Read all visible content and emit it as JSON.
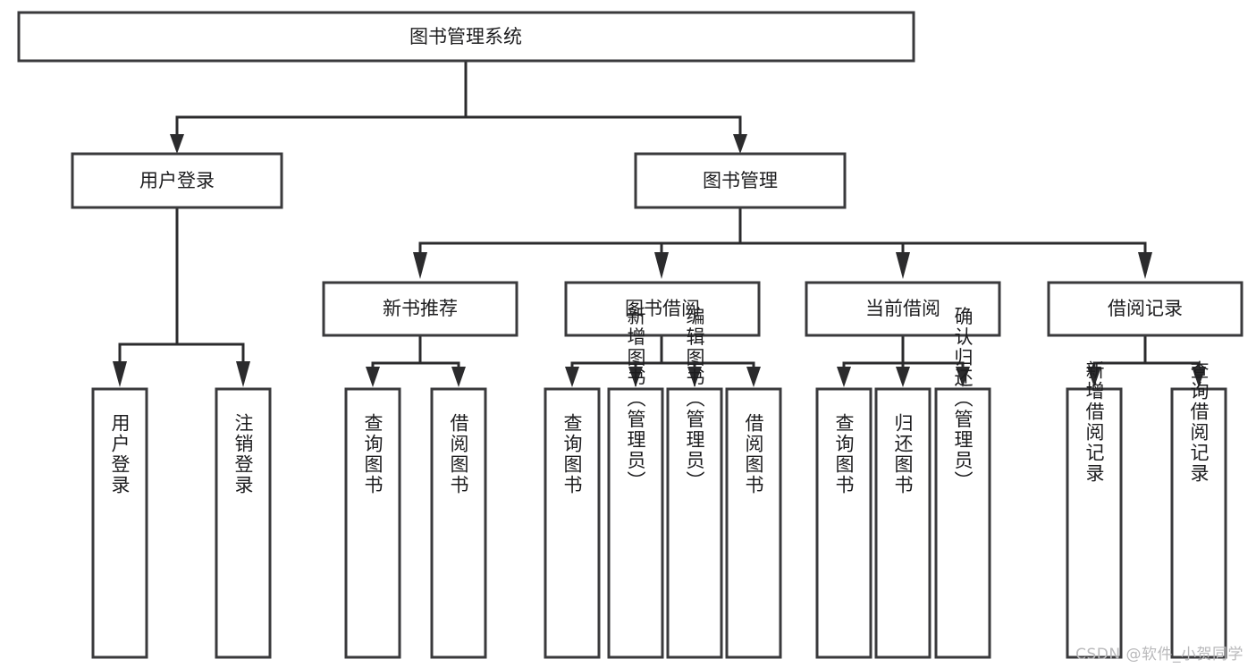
{
  "diagram": {
    "title": "图书管理系统",
    "type": "tree-hierarchy",
    "watermark": "CSDN @软件_小贺同学",
    "colors": {
      "box_stroke": "#3a3a3c",
      "connector": "#2b2b2d",
      "background": "#ffffff",
      "text": "#1d1d1f",
      "watermark": "#b9b9bb"
    },
    "nodes": {
      "root": {
        "label": "图书管理系统",
        "orientation": "horizontal"
      },
      "level2": [
        {
          "label": "用户登录",
          "orientation": "horizontal"
        },
        {
          "label": "图书管理",
          "orientation": "horizontal"
        }
      ],
      "level3": [
        {
          "label": "新书推荐",
          "orientation": "horizontal"
        },
        {
          "label": "图书借阅",
          "orientation": "horizontal"
        },
        {
          "label": "当前借阅",
          "orientation": "horizontal"
        },
        {
          "label": "借阅记录",
          "orientation": "horizontal"
        }
      ],
      "leaves_user_login": [
        {
          "label": "用户登录",
          "orientation": "vertical"
        },
        {
          "label": "注销登录",
          "orientation": "vertical"
        }
      ],
      "leaves_new_book": [
        {
          "label": "查询图书",
          "orientation": "vertical"
        },
        {
          "label": "借阅图书",
          "orientation": "vertical"
        }
      ],
      "leaves_borrow": [
        {
          "label": "查询图书",
          "orientation": "vertical"
        },
        {
          "label": "新增图书（管理员）",
          "orientation": "vertical"
        },
        {
          "label": "编辑图书（管理员）",
          "orientation": "vertical"
        },
        {
          "label": "借阅图书",
          "orientation": "vertical"
        }
      ],
      "leaves_current": [
        {
          "label": "查询图书",
          "orientation": "vertical"
        },
        {
          "label": "归还图书",
          "orientation": "vertical"
        },
        {
          "label": "确认归还（管理员）",
          "orientation": "vertical"
        }
      ],
      "leaves_records": [
        {
          "label": "新增借阅记录",
          "orientation": "vertical"
        },
        {
          "label": "查询借阅记录",
          "orientation": "vertical"
        }
      ]
    }
  }
}
